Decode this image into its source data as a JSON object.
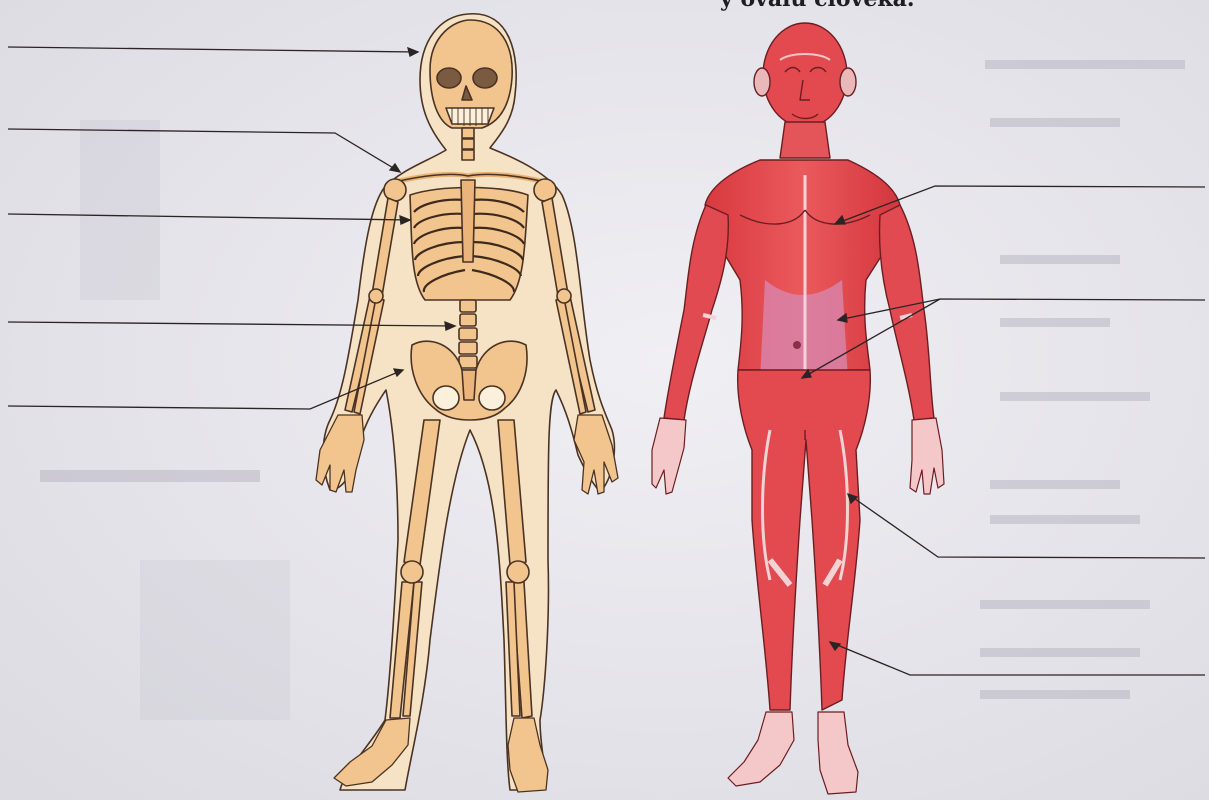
{
  "worksheet": {
    "title_fragment": "ý ovaiu cioveka.",
    "figures": [
      "human-skeleton",
      "human-muscular-system"
    ],
    "skeleton_label_line_count": 5,
    "muscle_label_line_count": 4,
    "label_lines_blank": true
  },
  "colors": {
    "paper": "#e9e8ee",
    "bone": "#f2c48e",
    "muscle": "#e0454c",
    "ink": "#2a2424"
  }
}
